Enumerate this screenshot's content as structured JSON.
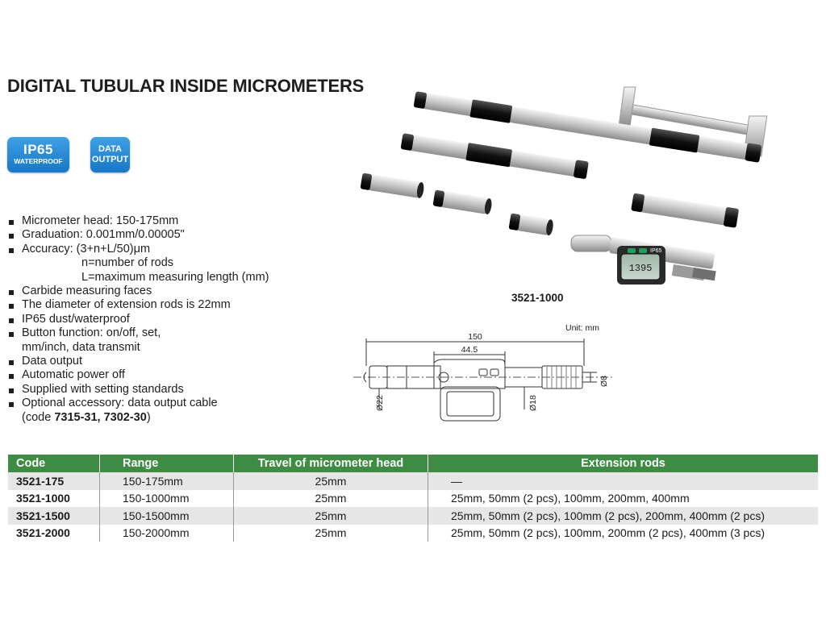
{
  "title": "DIGITAL TUBULAR INSIDE MICROMETERS",
  "badges": {
    "ip_big": "IP65",
    "ip_small": "WATERPROOF",
    "data_line1": "DATA",
    "data_line2": "OUTPUT"
  },
  "features": {
    "f1": "Micrometer head: 150-175mm",
    "f2": "Graduation: 0.001mm/0.00005\"",
    "f3": "Accuracy: (3+n+L/50)μm",
    "f3a": "n=number of rods",
    "f3b": "L=maximum measuring length (mm)",
    "f4": "Carbide measuring faces",
    "f5": "The diameter of extension rods is 22mm",
    "f6": "IP65 dust/waterproof",
    "f7a": "Button function: on/off, set,",
    "f7b": "mm/inch, data transmit",
    "f8": "Data output",
    "f9": "Automatic power off",
    "f10": "Supplied with setting standards",
    "f11a": "Optional accessory: data output cable",
    "f11b_pre": "(code ",
    "f11b_bold": "7315-31, 7302-30",
    "f11b_post": ")"
  },
  "photo": {
    "model_label": "3521-1000",
    "display_value": "1395",
    "device_badge": "IP65"
  },
  "drawing": {
    "unit": "Unit: mm",
    "dim_total": "150",
    "dim_body": "44.5",
    "dim_d22": "Ø22",
    "dim_d18": "Ø18",
    "dim_d8": "Ø8"
  },
  "table": {
    "headers": {
      "code": "Code",
      "range": "Range",
      "travel": "Travel of micrometer head",
      "ext": "Extension rods"
    },
    "rows": [
      {
        "code": "3521-175",
        "range": "150-175mm",
        "travel": "25mm",
        "ext": "—"
      },
      {
        "code": "3521-1000",
        "range": "150-1000mm",
        "travel": "25mm",
        "ext": "25mm, 50mm (2 pcs), 100mm, 200mm, 400mm"
      },
      {
        "code": "3521-1500",
        "range": "150-1500mm",
        "travel": "25mm",
        "ext": "25mm, 50mm (2 pcs), 100mm (2 pcs), 200mm, 400mm (2 pcs)"
      },
      {
        "code": "3521-2000",
        "range": "150-2000mm",
        "travel": "25mm",
        "ext": "25mm, 50mm (2 pcs), 100mm, 200mm (2 pcs), 400mm (3 pcs)"
      }
    ]
  },
  "colors": {
    "header_green": "#3e8b43",
    "badge_blue": "#1677c8",
    "row_gray": "#e6e6e6"
  }
}
